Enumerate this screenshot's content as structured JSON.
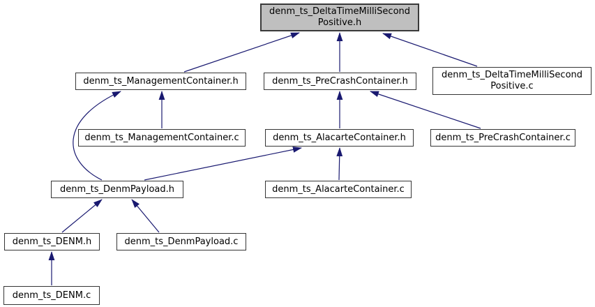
{
  "diagram": {
    "type": "include-dependency-graph",
    "background_color": "#ffffff",
    "edge_color": "#191970",
    "node_fill": "#ffffff",
    "node_border_color": "#353535",
    "current_node_fill": "#bfbfbf",
    "nodes": [
      {
        "id": "delta_h",
        "label": "denm_ts_DeltaTimeMilliSecond Positive.h",
        "current": true
      },
      {
        "id": "mgmt_h",
        "label": "denm_ts_ManagementContainer.h",
        "current": false
      },
      {
        "id": "precrash_h",
        "label": "denm_ts_PreCrashContainer.h",
        "current": false
      },
      {
        "id": "delta_c",
        "label": "denm_ts_DeltaTimeMilliSecond Positive.c",
        "current": false
      },
      {
        "id": "mgmt_c",
        "label": "denm_ts_ManagementContainer.c",
        "current": false
      },
      {
        "id": "alacarte_h",
        "label": "denm_ts_AlacarteContainer.h",
        "current": false
      },
      {
        "id": "precrash_c",
        "label": "denm_ts_PreCrashContainer.c",
        "current": false
      },
      {
        "id": "payload_h",
        "label": "denm_ts_DenmPayload.h",
        "current": false
      },
      {
        "id": "alacarte_c",
        "label": "denm_ts_AlacarteContainer.c",
        "current": false
      },
      {
        "id": "denm_h",
        "label": "denm_ts_DENM.h",
        "current": false
      },
      {
        "id": "payload_c",
        "label": "denm_ts_DenmPayload.c",
        "current": false
      },
      {
        "id": "denm_c",
        "label": "denm_ts_DENM.c",
        "current": false
      }
    ],
    "edges": [
      {
        "from": "denm_ts_ManagementContainer.h",
        "to": "denm_ts_DeltaTimeMilliSecondPositive.h"
      },
      {
        "from": "denm_ts_PreCrashContainer.h",
        "to": "denm_ts_DeltaTimeMilliSecondPositive.h"
      },
      {
        "from": "denm_ts_DeltaTimeMilliSecondPositive.c",
        "to": "denm_ts_DeltaTimeMilliSecondPositive.h"
      },
      {
        "from": "denm_ts_ManagementContainer.c",
        "to": "denm_ts_ManagementContainer.h"
      },
      {
        "from": "denm_ts_DenmPayload.h",
        "to": "denm_ts_ManagementContainer.h"
      },
      {
        "from": "denm_ts_AlacarteContainer.h",
        "to": "denm_ts_PreCrashContainer.h"
      },
      {
        "from": "denm_ts_PreCrashContainer.c",
        "to": "denm_ts_PreCrashContainer.h"
      },
      {
        "from": "denm_ts_DenmPayload.h",
        "to": "denm_ts_AlacarteContainer.h"
      },
      {
        "from": "denm_ts_AlacarteContainer.c",
        "to": "denm_ts_AlacarteContainer.h"
      },
      {
        "from": "denm_ts_DENM.h",
        "to": "denm_ts_DenmPayload.h"
      },
      {
        "from": "denm_ts_DenmPayload.c",
        "to": "denm_ts_DenmPayload.h"
      },
      {
        "from": "denm_ts_DENM.c",
        "to": "denm_ts_DENM.h"
      }
    ]
  }
}
